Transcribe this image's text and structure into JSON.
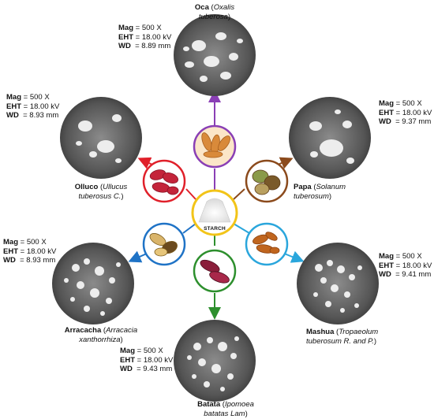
{
  "center": {
    "label": "STARCH"
  },
  "labels": {
    "oca": {
      "name": "Oca",
      "sci_a": "(",
      "sci_b": "Oxalis",
      "sci_c": "tuberosa",
      "sci_d": ")"
    },
    "olluco": {
      "name": "Olluco",
      "sci_a": "(",
      "sci_b": "Ullucus",
      "sci_c": "tuberosus C.",
      "sci_d": ")"
    },
    "papa": {
      "name": "Papa",
      "sci_a": "(",
      "sci_b": "Solanum",
      "sci_c": "tuberosum",
      "sci_d": ")"
    },
    "arracacha": {
      "name": "Arracacha",
      "sci_a": "(",
      "sci_b": "Arracacia",
      "sci_c": "xanthorrhiza",
      "sci_d": ")"
    },
    "mashua": {
      "name": "Mashua",
      "sci_a": "(",
      "sci_b": "Tropaeolum",
      "sci_c": "tuberosum R. and P.",
      "sci_d": ")"
    },
    "batata": {
      "name": "Batata",
      "sci_a": "(",
      "sci_b": "Ipomoea",
      "sci_c": "batatas Lam",
      "sci_d": ")"
    }
  },
  "meta_keys": {
    "mag": "Mag",
    "eht": "EHT",
    "wd": "WD"
  },
  "meta": {
    "oca": {
      "mag": "= 500 X",
      "eht": "= 18.00 kV",
      "wd": "= 8.89 mm"
    },
    "olluco": {
      "mag": "= 500 X",
      "eht": "= 18.00 kV",
      "wd": "= 8.93 mm"
    },
    "papa": {
      "mag": "= 500 X",
      "eht": "= 18.00 kV",
      "wd": "= 9.37 mm"
    },
    "arracacha": {
      "mag": "= 500 X",
      "eht": "= 18.00 kV",
      "wd": "= 8.93 mm"
    },
    "mashua": {
      "mag": "= 500 X",
      "eht": "= 18.00 kV",
      "wd": "= 9.41 mm"
    },
    "batata": {
      "mag": "= 500 X",
      "eht": "= 18.00 kV",
      "wd": "= 9.43 mm"
    }
  },
  "colors": {
    "oca": "#8a3fb5",
    "olluco": "#e0202a",
    "papa": "#8b4a1c",
    "arracacha": "#1f73c6",
    "mashua": "#2aa6dc",
    "batata": "#2d8f2d",
    "center": "#f2c418"
  }
}
